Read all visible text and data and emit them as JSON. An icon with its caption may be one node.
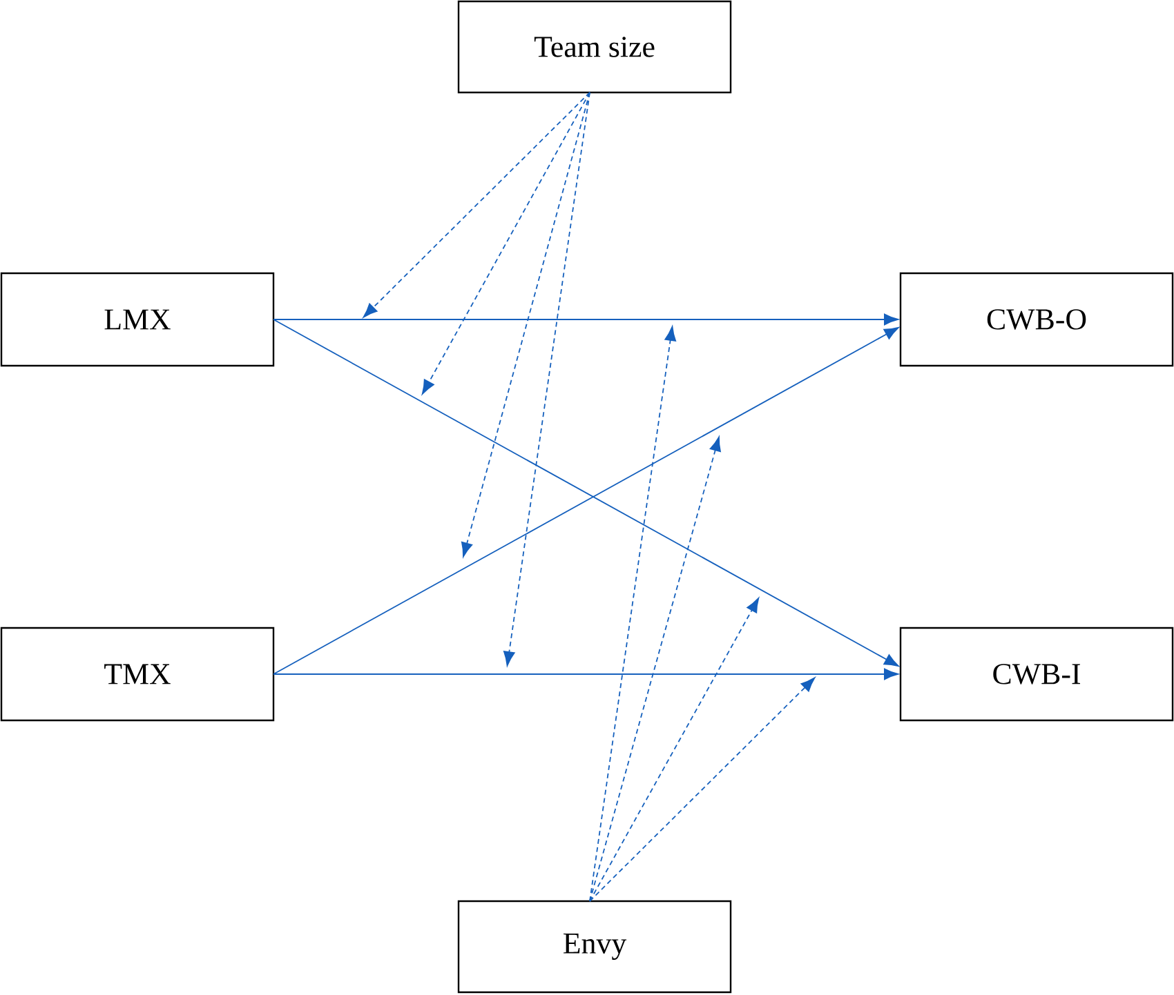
{
  "diagram": {
    "nodes": [
      {
        "text": [
          "Team size"
        ]
      },
      {
        "text": [
          "LMX"
        ]
      },
      {
        "text": [
          "CWB-O"
        ]
      },
      {
        "text": [
          "TMX"
        ]
      },
      {
        "text": [
          "CWB-I"
        ]
      },
      {
        "text": [
          "Envy"
        ]
      }
    ],
    "edges": [
      {
        "from": 1,
        "to": 2,
        "arrow": "to"
      },
      {
        "from": 1,
        "to": 4,
        "arrow": "to"
      },
      {
        "from": 3,
        "to": 2,
        "arrow": "to"
      },
      {
        "from": 3,
        "to": 4,
        "arrow": "to"
      },
      {
        "from": 0,
        "to": null,
        "arrow": "to",
        "style": "dashed"
      },
      {
        "from": 0,
        "to": null,
        "arrow": "to",
        "style": "dashed"
      },
      {
        "from": 0,
        "to": null,
        "arrow": "to",
        "style": "dashed"
      },
      {
        "from": 0,
        "to": null,
        "arrow": "to",
        "style": "dashed"
      },
      {
        "from": 5,
        "to": null,
        "arrow": "to",
        "style": "dashed"
      },
      {
        "from": 5,
        "to": null,
        "arrow": "to",
        "style": "dashed"
      },
      {
        "from": 5,
        "to": null,
        "arrow": "to",
        "style": "dashed"
      },
      {
        "from": 5,
        "to": null,
        "arrow": "to",
        "style": "dashed"
      }
    ]
  }
}
